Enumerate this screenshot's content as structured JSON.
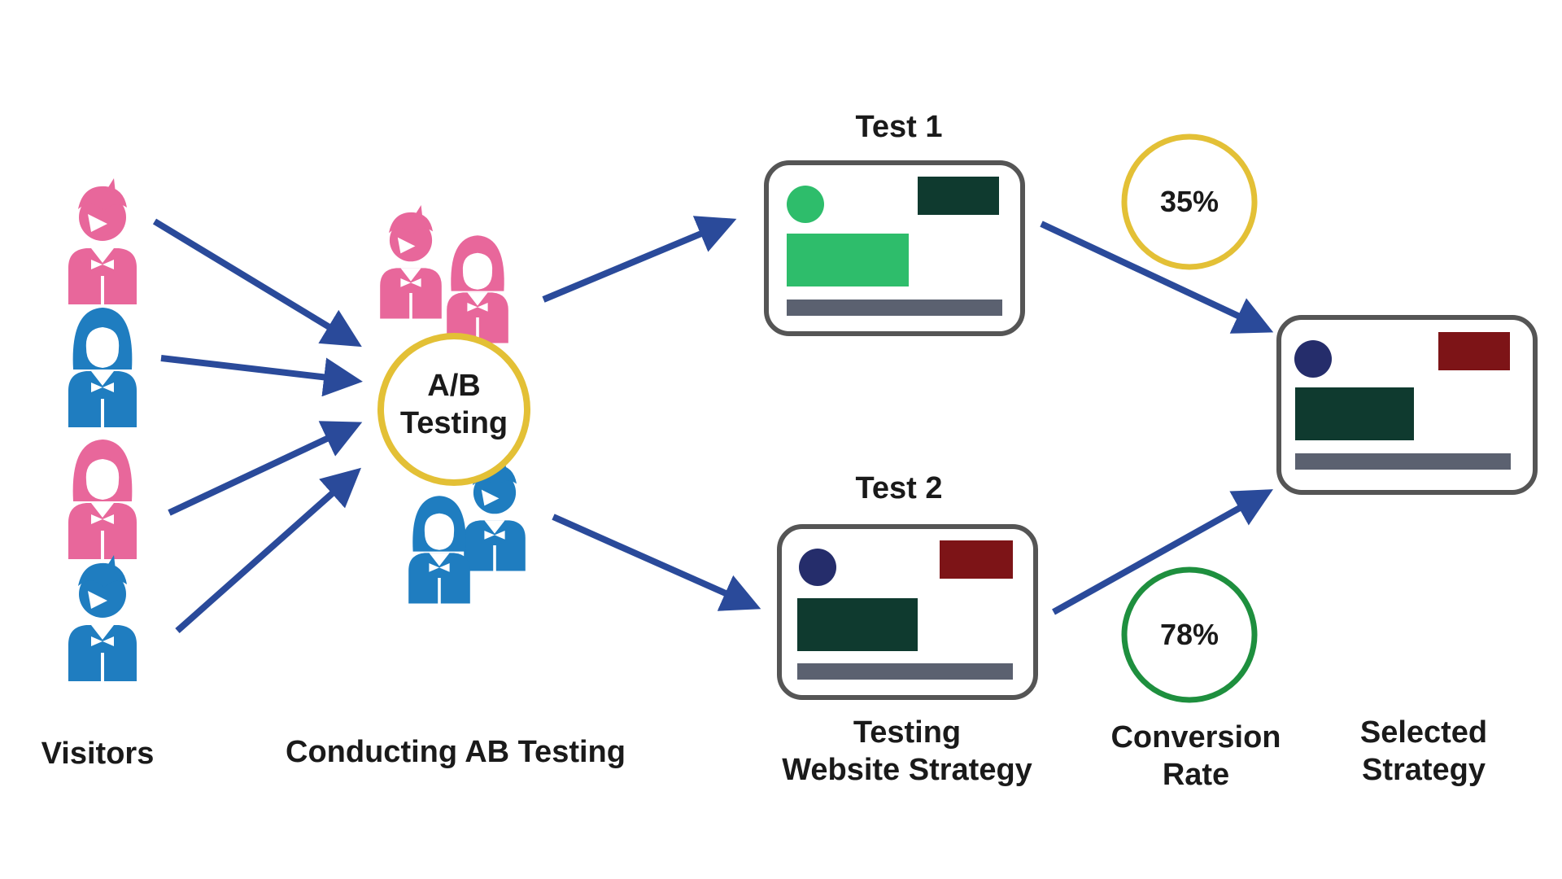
{
  "colors": {
    "pink": "#e8679b",
    "blue": "#1f7dc0",
    "arrow": "#2a4a9a",
    "hub_ring": "#e3c036",
    "green_ring": "#1e8f3e",
    "card_border": "#555555",
    "card_bar": "#5b6170",
    "green_accent": "#2ebd6b",
    "dark_green": "#0f3a2f",
    "dark_red": "#7d1417",
    "navy": "#252d6b"
  },
  "hub": {
    "line1": "A/B",
    "line2": "Testing"
  },
  "tests": [
    {
      "label": "Test 1",
      "conversion": "35%"
    },
    {
      "label": "Test 2",
      "conversion": "78%"
    }
  ],
  "bottom_labels": {
    "visitors": "Visitors",
    "conducting": "Conducting AB Testing",
    "strategy_line1": "Testing",
    "strategy_line2": "Website Strategy",
    "conversion_line1": "Conversion",
    "conversion_line2": "Rate",
    "selected_line1": "Selected",
    "selected_line2": "Strategy"
  },
  "icons": {
    "visitors": [
      "male-user-icon",
      "female-user-icon",
      "female-user-icon",
      "male-user-icon"
    ],
    "visitor_colors": [
      "pink",
      "blue",
      "pink",
      "blue"
    ]
  }
}
